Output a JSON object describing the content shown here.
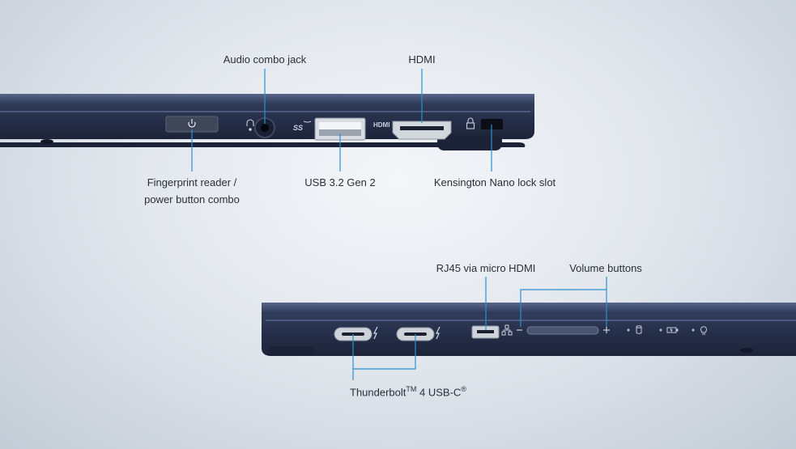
{
  "labels": {
    "audio": "Audio combo jack",
    "hdmi": "HDMI",
    "fingerprint_line1": "Fingerprint reader /",
    "fingerprint_line2": "power button combo",
    "usb": "USB 3.2 Gen 2",
    "kensington": "Kensington Nano lock slot",
    "rj45": "RJ45 via micro HDMI",
    "volume": "Volume buttons",
    "thunderbolt_prefix": "Thunderbolt",
    "thunderbolt_tm": "TM",
    "thunderbolt_mid": " 4 USB-C",
    "thunderbolt_reg": "®"
  },
  "port_markings": {
    "ss_usb": "SS",
    "hdmi_text": "HDMI"
  },
  "colors": {
    "body": "#2a3450",
    "body_edge": "#4a5878",
    "callout_line": "#2e8fd0",
    "text": "#2b2f36"
  },
  "icons": [
    "power-icon",
    "headphone-mic-icon",
    "usb-ss-icon",
    "lock-icon",
    "thunderbolt-icon",
    "network-icon",
    "minus-icon",
    "plus-icon",
    "drive-led-icon",
    "battery-led-icon",
    "power-led-icon"
  ]
}
